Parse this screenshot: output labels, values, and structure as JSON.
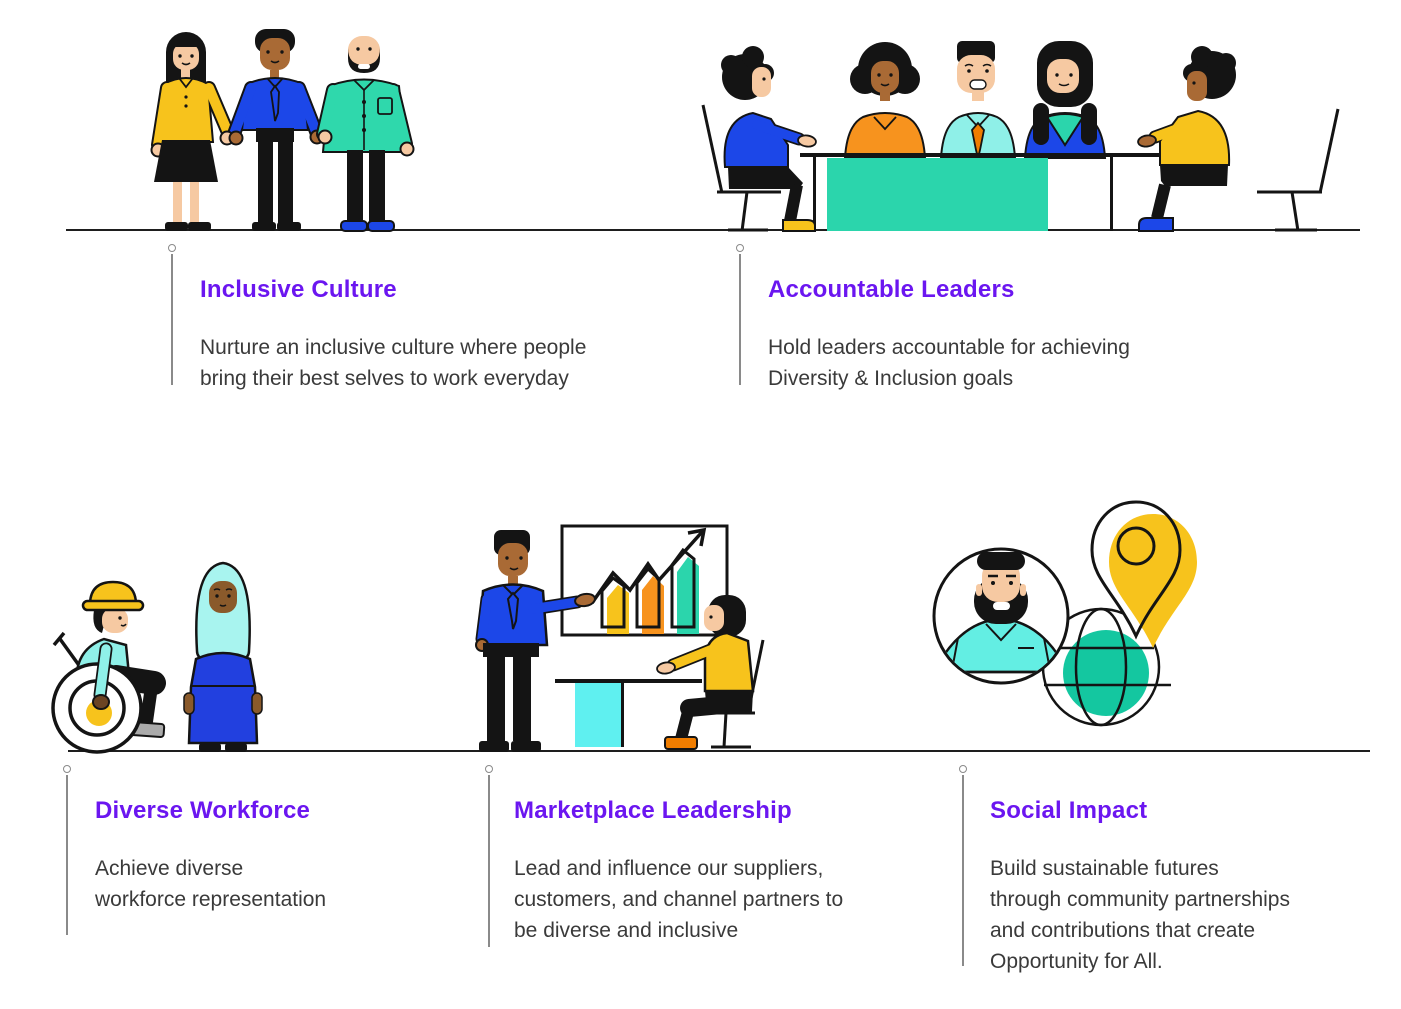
{
  "page": {
    "background_color": "#FFFFFF"
  },
  "colors": {
    "heading_purple": "#6B16F0",
    "body_text": "#3A3A3A",
    "outline_ink": "#141414",
    "connector_gray": "#8A8A8A",
    "teal": "#2BD5AC",
    "teal_deep": "#14C7A0",
    "light_cyan": "#8FF0E8",
    "pale_cyan": "#5FF0F0",
    "hijab_cyan": "#A8F4EF",
    "blue": "#1C47E8",
    "dress_blue": "#2240DF",
    "yellow": "#F7C31C",
    "orange": "#F7931E",
    "orange_deep": "#F07D00",
    "skin_light": "#F6C9A2",
    "skin_medium": "#A96A35",
    "skin_dark": "#8A5A2B",
    "shoe_gray": "#ABABAB"
  },
  "sections": [
    {
      "id": "inclusive-culture",
      "title": "Inclusive Culture",
      "description_lines": [
        "Nurture an inclusive culture where people",
        "bring their best selves to work everyday"
      ],
      "illustration": "three-people-holding-hands"
    },
    {
      "id": "accountable-leaders",
      "title": "Accountable Leaders",
      "description_lines": [
        "Hold leaders accountable for achieving",
        "Diversity & Inclusion goals"
      ],
      "illustration": "leaders-meeting-table"
    },
    {
      "id": "diverse-workforce",
      "title": "Diverse Workforce",
      "description_lines": [
        "Achieve diverse",
        "workforce representation"
      ],
      "illustration": "wheelchair-user-and-hijab-woman"
    },
    {
      "id": "marketplace-leadership",
      "title": "Marketplace Leadership",
      "description_lines": [
        "Lead and influence our suppliers,",
        "customers, and channel partners to",
        "be diverse and inclusive"
      ],
      "illustration": "presenter-with-growth-chart"
    },
    {
      "id": "social-impact",
      "title": "Social Impact",
      "description_lines": [
        "Build sustainable futures",
        "through community partnerships",
        "and contributions that create",
        "Opportunity for All."
      ],
      "illustration": "avatar-globe-location-pin"
    }
  ]
}
